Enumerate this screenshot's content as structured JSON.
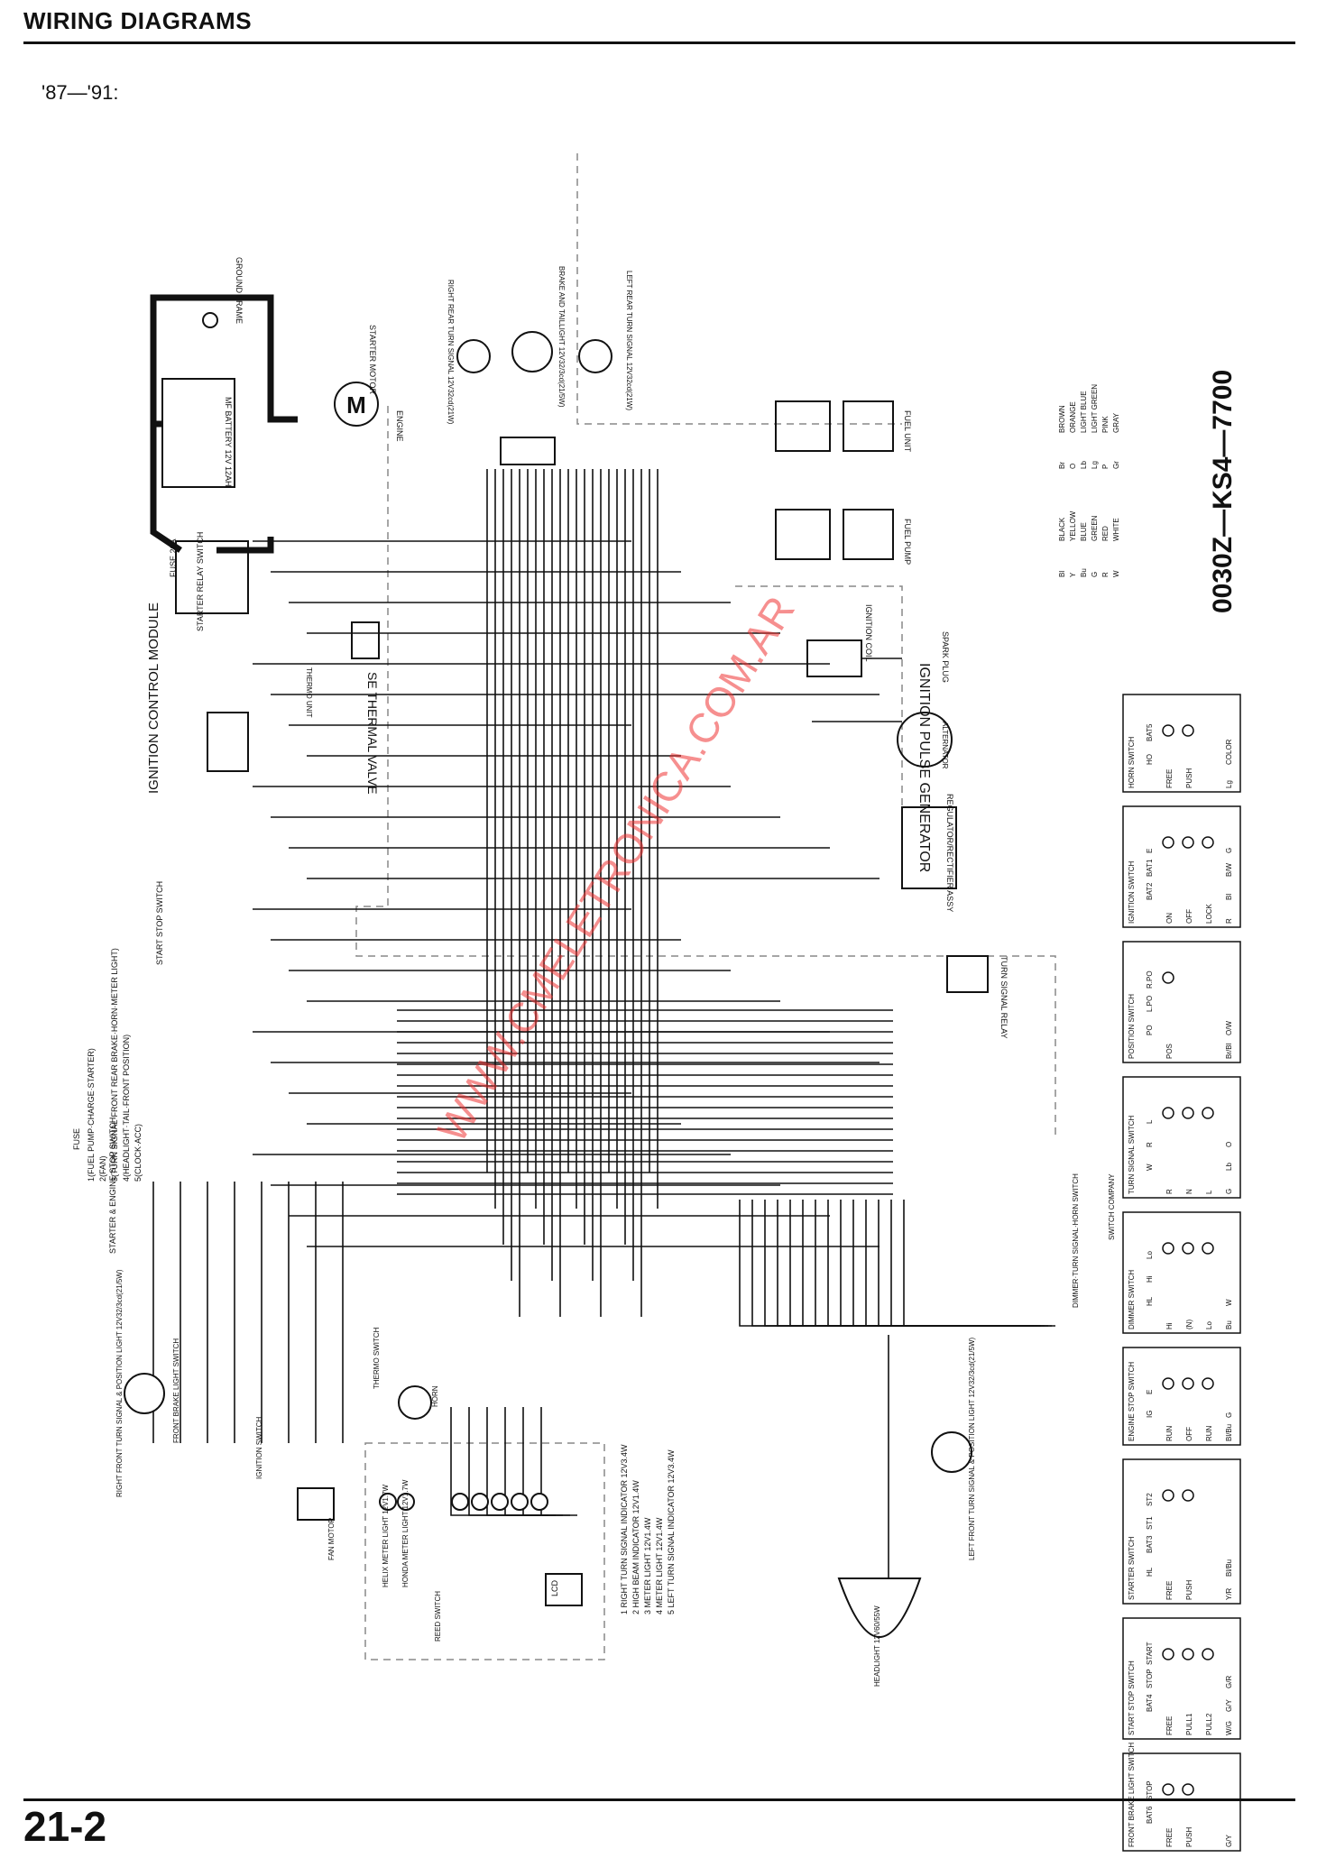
{
  "header": {
    "title": "WIRING DIAGRAMS",
    "years": "'87—'91:"
  },
  "footer": {
    "page_number": "21-2"
  },
  "part_number": "0030Z—KS4—7700",
  "watermark": "WWW.CMELETRONICA.COM.AR",
  "components": {
    "ground_frame": "GROUND FRAME",
    "starter_motor": "STARTER MOTOR",
    "motor_symbol": "M",
    "engine": "ENGINE",
    "battery": "MF BATTERY 12V 12AH",
    "fuse_main": "FUSE 20A",
    "starter_relay": "STARTER RELAY SWITCH",
    "rear_turn_r": "RIGHT REAR TURN SIGNAL 12V32cd(21W)",
    "brake_tail": "BRAKE AND TAILLIGHT 12V32/3cd(21/5W)",
    "rear_turn_l": "LEFT REAR TURN SIGNAL 12V32cd(21W)",
    "fuel_unit": "FUEL UNIT",
    "fuel_pump": "FUEL PUMP",
    "ignition_coil": "IGNITION COIL",
    "spark_plug": "SPARK PLUG",
    "thermal_valve": "SE THERMAL VALVE",
    "thermo_unit": "THERMO UNIT",
    "ignition_pulse": "IGNITION PULSE GENERATOR",
    "ignition_module": "IGNITION CONTROL MODULE",
    "alternator": "ALTERNATOR",
    "regulator": "REGULATOR/RECTIFIER ASSY",
    "start_stop": "START STOP SWITCH",
    "turn_relay": "TURN SIGNAL RELAY",
    "fuse_label": "FUSE",
    "fuse_list": [
      "1(FUEL PUMP·CHARGE·STARTER)",
      "2(FAN)",
      "3(TURN SIGNAL·FRONT REAR BRAKE·HORN·METER LIGHT)",
      "4(HEADLIGHT·TAIL·FRONT POSITION)",
      "5(CLOCK·ACC)"
    ],
    "starter_engine_stop": "STARTER & ENGINE STOP SWITCH",
    "front_turn_r": "RIGHT FRONT TURN SIGNAL & POSITION LIGHT 12V32/3cd(21/5W)",
    "front_brake_sw": "FRONT BRAKE LIGHT SWITCH",
    "ignition_switch": "IGNITION SWITCH",
    "fan_motor": "FAN MOTOR",
    "thermo_switch": "THERMO SWITCH",
    "horn": "HORN",
    "helix_light": "HELIX METER LIGHT 12V1.7W",
    "honda_light": "HONDA METER LIGHT 12V1.7W",
    "reed_switch": "REED SWITCH",
    "lcd": "LCD",
    "indicators": [
      "1 RIGHT TURN SIGNAL INDICATOR 12V3.4W",
      "2 HIGH BEAM INDICATOR 12V1.4W",
      "3 METER LIGHT 12V1.4W",
      "4 METER LIGHT 12V1.4W",
      "5 LEFT TURN SIGNAL INDICATOR 12V3.4W"
    ],
    "headlight": "HEADLIGHT 12V60/55W",
    "front_turn_l": "LEFT FRONT TURN SIGNAL & POSITION LIGHT 12V32/3cd(21/5W)",
    "dimmer_cluster": "DIMMER·TURN SIGNAL·HORN SWITCH",
    "switch_company": "SWITCH COMPANY"
  },
  "color_codes": [
    {
      "code": "Bl",
      "name": "BLACK"
    },
    {
      "code": "Y",
      "name": "YELLOW"
    },
    {
      "code": "Bu",
      "name": "BLUE"
    },
    {
      "code": "G",
      "name": "GREEN"
    },
    {
      "code": "R",
      "name": "RED"
    },
    {
      "code": "W",
      "name": "WHITE"
    },
    {
      "code": "Br",
      "name": "BROWN"
    },
    {
      "code": "O",
      "name": "ORANGE"
    },
    {
      "code": "Lb",
      "name": "LIGHT BLUE"
    },
    {
      "code": "Lg",
      "name": "LIGHT GREEN"
    },
    {
      "code": "P",
      "name": "PINK"
    },
    {
      "code": "Gr",
      "name": "GRAY"
    }
  ],
  "switch_tables": [
    {
      "title": "HORN SWITCH",
      "cols": [
        "HO",
        "BAT5"
      ],
      "rows": [
        "FREE",
        "PUSH"
      ],
      "color": [
        "Lg",
        "COLOR"
      ]
    },
    {
      "title": "IGNITION SWITCH",
      "cols": [
        "BAT2",
        "BAT1",
        "E"
      ],
      "rows": [
        "ON",
        "OFF",
        "LOCK"
      ],
      "color": [
        "R",
        "Bl",
        "B/W",
        "G"
      ]
    },
    {
      "title": "POSITION SWITCH",
      "cols": [
        "PO",
        "L.PO",
        "R.PO"
      ],
      "rows": [
        "POS"
      ],
      "color": [
        "Br/Bl",
        "O/W"
      ]
    },
    {
      "title": "TURN SIGNAL SWITCH",
      "cols": [
        "W",
        "R",
        "L"
      ],
      "rows": [
        "R",
        "N",
        "L"
      ],
      "color": [
        "G",
        "Lb",
        "O"
      ]
    },
    {
      "title": "DIMMER SWITCH",
      "cols": [
        "HL",
        "Hi",
        "Lo"
      ],
      "rows": [
        "Hi",
        "(N)",
        "Lo"
      ],
      "color": [
        "Bu",
        "W"
      ]
    },
    {
      "title": "ENGINE STOP SWITCH",
      "cols": [
        "IG",
        "E"
      ],
      "rows": [
        "RUN",
        "OFF",
        "RUN"
      ],
      "color": [
        "Bl/Bu",
        "G"
      ]
    },
    {
      "title": "STARTER SWITCH",
      "cols": [
        "HL",
        "BAT3",
        "ST1",
        "ST2"
      ],
      "rows": [
        "FREE",
        "PUSH"
      ],
      "color": [
        "Y/R",
        "Bl/Bu"
      ]
    },
    {
      "title": "START STOP SWITCH",
      "cols": [
        "BAT4",
        "STOP",
        "START"
      ],
      "rows": [
        "FREE",
        "PULL1",
        "PULL2"
      ],
      "color": [
        "W/G",
        "G/Y",
        "G/R"
      ]
    },
    {
      "title": "FRONT BRAKE LIGHT SWITCH",
      "cols": [
        "BAT6",
        "STOP"
      ],
      "rows": [
        "FREE",
        "PUSH"
      ],
      "color": [
        "G/Y"
      ]
    }
  ]
}
